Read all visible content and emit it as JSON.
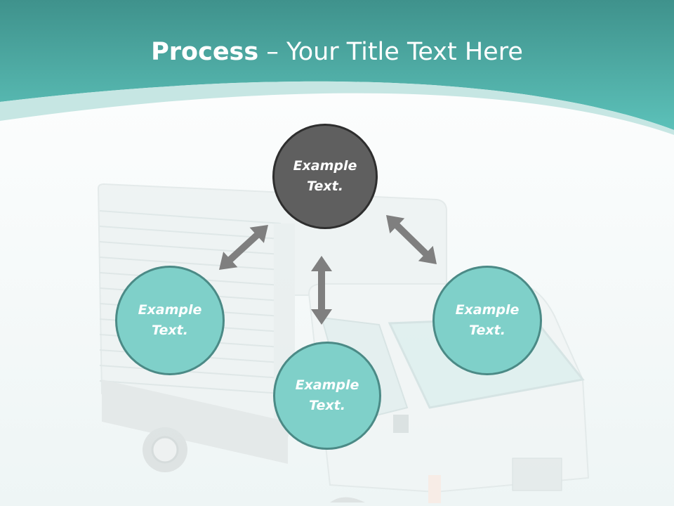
{
  "title": {
    "bold": "Process",
    "rest": " – Your Title Text Here"
  },
  "nodes": [
    {
      "id": "top",
      "text": "Example Text."
    },
    {
      "id": "left",
      "text": "Example Text."
    },
    {
      "id": "bottom",
      "text": "Example Text."
    },
    {
      "id": "right",
      "text": "Example Text."
    }
  ],
  "colors": {
    "header_teal": "#4fb5ae",
    "node_teal": "#7fd0c9",
    "node_dark": "#5f5f5f",
    "arrow_gray": "#7f7f7f"
  },
  "background_image": "delivery-truck"
}
